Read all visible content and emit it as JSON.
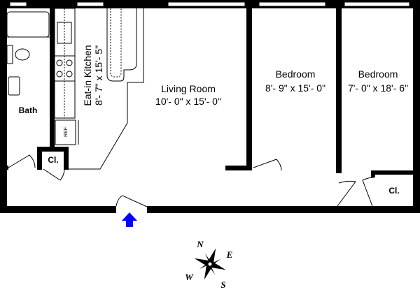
{
  "rooms": {
    "bath": {
      "label": "Bath"
    },
    "kitchen": {
      "label": "Eat-in Kitchen",
      "dimensions": "8'- 7\" x 15'- 5\""
    },
    "living_room": {
      "label": "Living Room",
      "dimensions": "10'- 0\" x 15'- 0\""
    },
    "bedroom1": {
      "label": "Bedroom",
      "dimensions": "8'- 9\" x 15'- 0\""
    },
    "bedroom2": {
      "label": "Bedroom",
      "dimensions": "7'- 0\" x 18'- 6\""
    },
    "closet1": {
      "label": "Cl."
    },
    "closet2": {
      "label": "Cl."
    }
  },
  "appliances": {
    "refrigerator": "REF"
  },
  "compass": {
    "n": "N",
    "e": "E",
    "s": "S",
    "w": "W"
  },
  "colors": {
    "wall": "#000000",
    "entry_arrow": "#0000ff"
  }
}
